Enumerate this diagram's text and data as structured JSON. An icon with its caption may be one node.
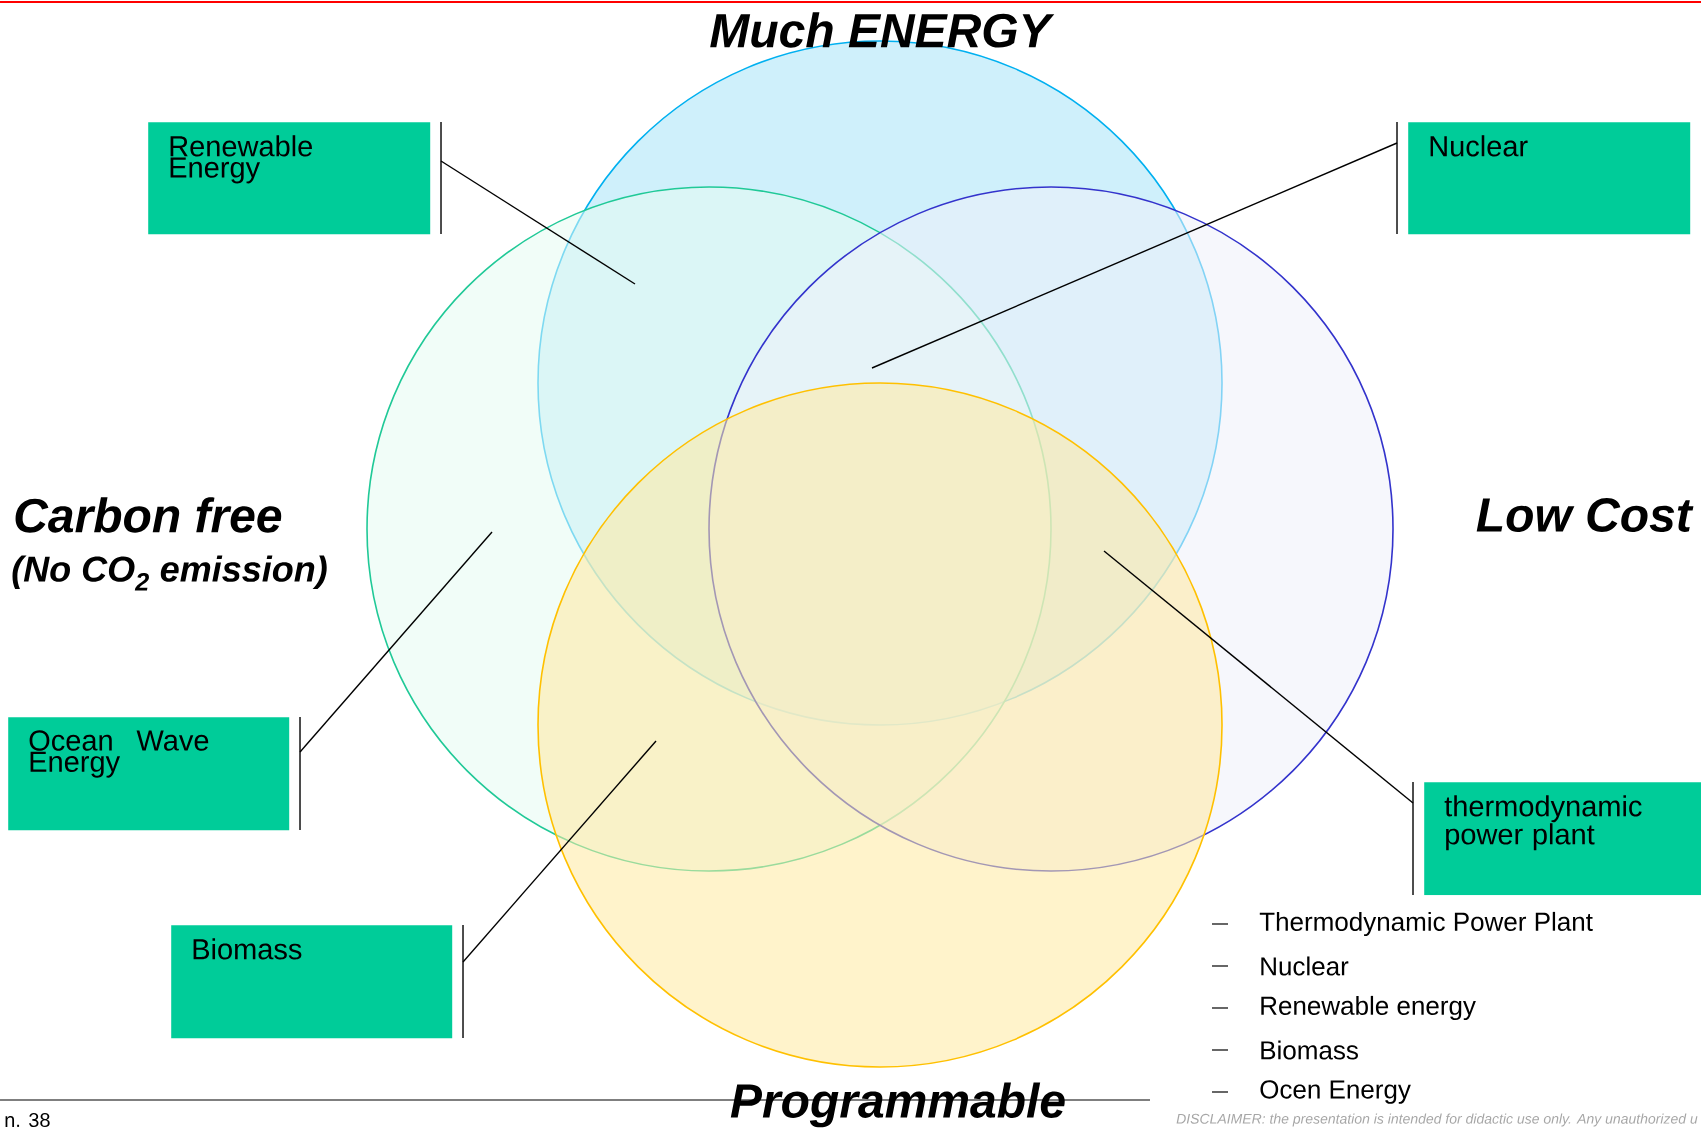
{
  "diagram": {
    "nodes": [
      {
        "text": [
          "Much ENERGY"
        ]
      },
      {
        "text": [
          "Renewable Energy"
        ]
      },
      {
        "text": [
          "Nuclear"
        ]
      },
      {
        "text": [
          "Carbon free",
          "(No CO$_{2}$ emission)"
        ]
      },
      {
        "text": [
          "Low Cost"
        ]
      },
      {
        "text": [
          "Ocean Wave Energy"
        ]
      },
      {
        "text": [
          "thermodynamic power plant"
        ]
      },
      {
        "text": [
          "Biomass"
        ]
      },
      {
        "text": [
          "Programmable"
        ]
      }
    ],
    "edges": [
      {
        "from": 1,
        "to": 0,
        "arrow": "none"
      },
      {
        "from": 2,
        "to": 0,
        "arrow": "none"
      },
      {
        "from": 5,
        "to": 3,
        "arrow": "none"
      },
      {
        "from": 6,
        "to": 0,
        "arrow": "none"
      },
      {
        "from": 7,
        "to": 3,
        "arrow": "none"
      }
    ],
    "labels": [
      "Thermodynamic Power Plant",
      "Nuclear",
      "Renewable energy",
      "Biomass",
      "Ocen Energy",
      "n. 38",
      "DISCLAIMER: the presentation is intended for didactic use only. Any unauthorized u"
    ]
  }
}
